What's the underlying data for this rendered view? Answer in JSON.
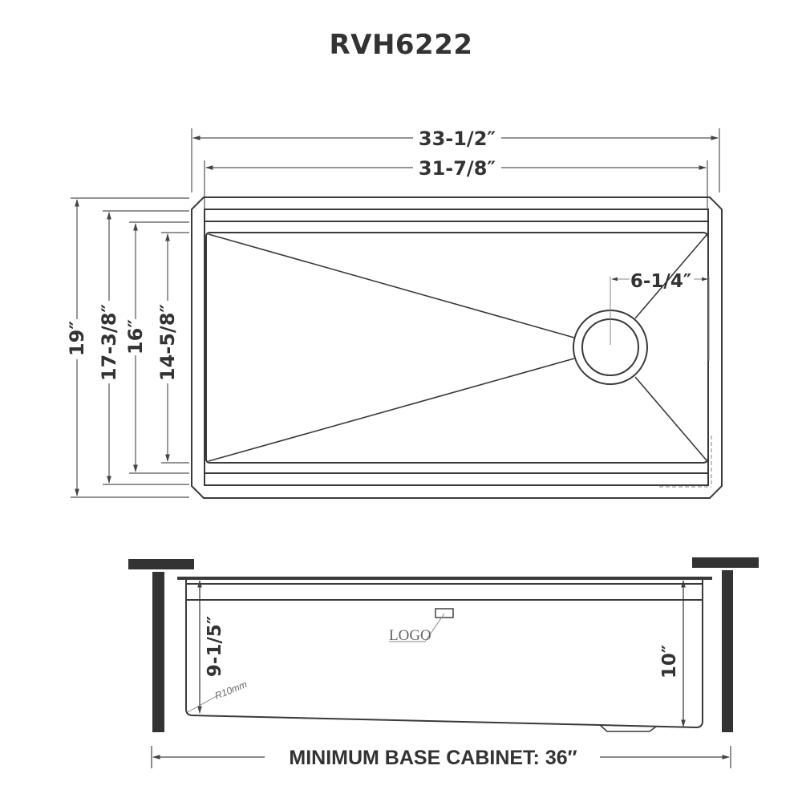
{
  "title": "RVH6222",
  "top_view": {
    "width_overall": "33-1/2″",
    "width_inner": "31-7/8″",
    "depth_overall": "19″",
    "depth_2": "17-3/8″",
    "depth_3": "16″",
    "depth_inner": "14-5/8″",
    "drain_offset": "6-1/4″"
  },
  "side_view": {
    "left_depth": "9-1/5″",
    "right_depth": "10″",
    "corner_radius": "R10mm",
    "logo_label": "LOGO",
    "cabinet_label": "MINIMUM BASE CABINET: 36″"
  },
  "colors": {
    "line": "#3a3a3a",
    "thin_line": "#6b6b6b",
    "text": "#333333",
    "counter": "#333333"
  }
}
